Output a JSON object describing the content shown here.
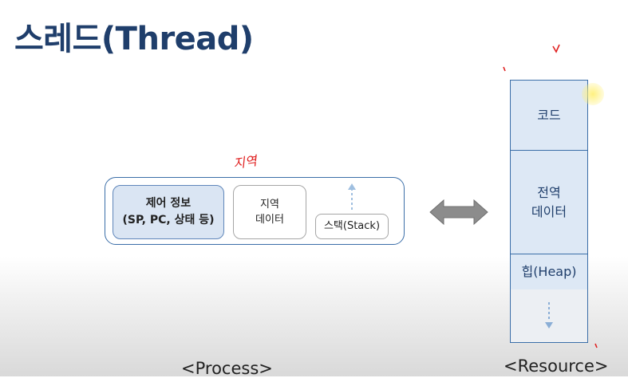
{
  "title": "스레드(Thread)",
  "annotation": "지역",
  "process": {
    "control_line1": "제어 정보",
    "control_line2": "(SP, PC, 상태 등)",
    "local_line1": "지역",
    "local_line2": "데이터",
    "stack": "스택(Stack)",
    "caption": "<Process>"
  },
  "resource": {
    "code": "코드",
    "global_line1": "전역",
    "global_line2": "데이터",
    "heap": "힙(Heap)",
    "caption": "<Resource>"
  },
  "colors": {
    "title": "#1f3e6b",
    "border": "#3b6ea8",
    "fill": "#dae5f3",
    "arrow": "#8c8c8c",
    "annotation": "#e02020"
  }
}
